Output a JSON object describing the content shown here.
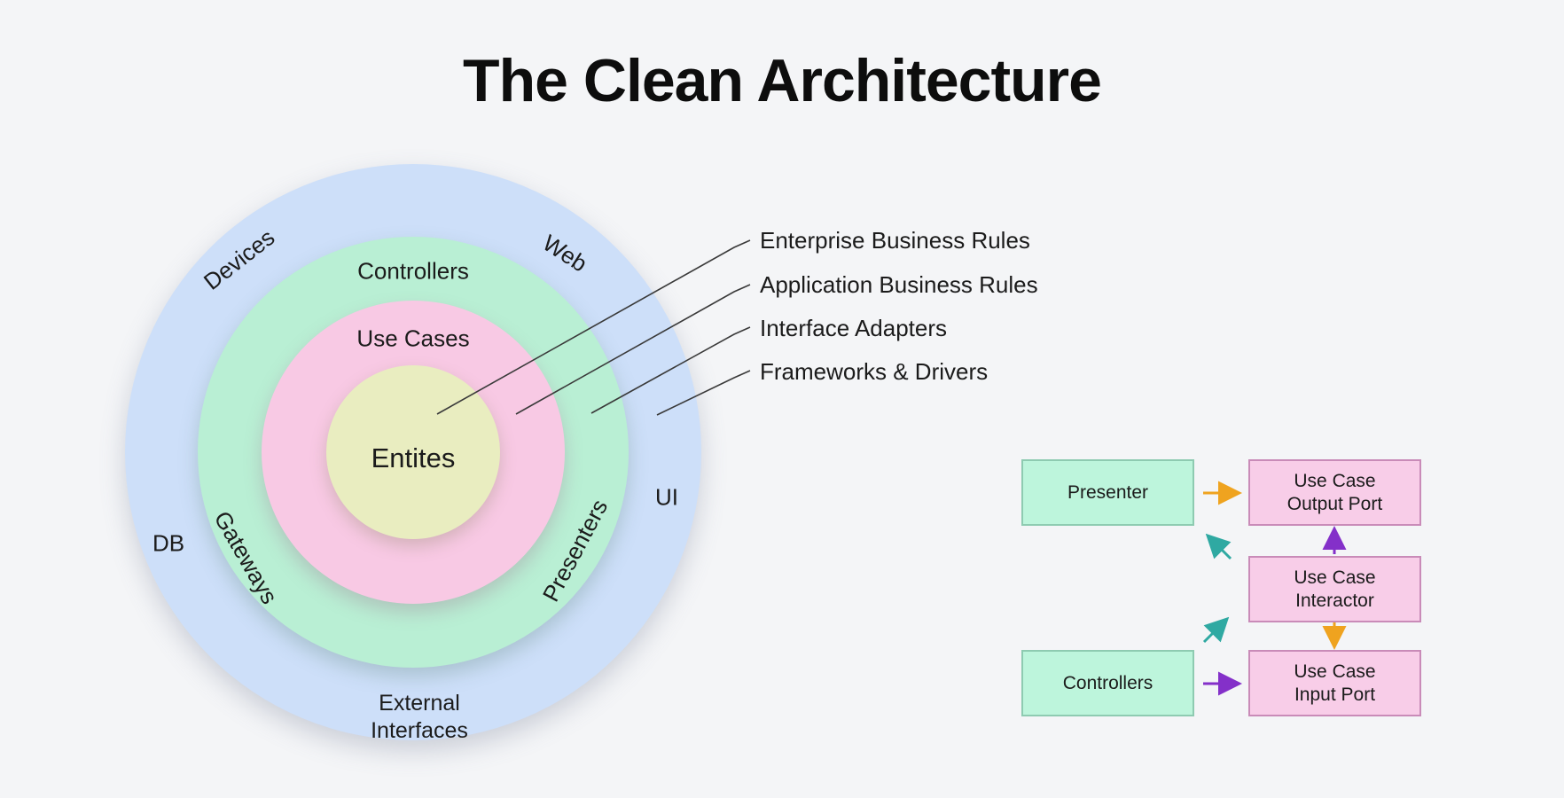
{
  "title": "The Clean Architecture",
  "circle_labels": {
    "devices": "Devices",
    "web": "Web",
    "controllers": "Controllers",
    "use_cases": "Use Cases",
    "entities": "Entites",
    "db": "DB",
    "ui": "UI",
    "gateways": "Gateways",
    "presenters": "Presenters",
    "external_interfaces": "External Interfaces"
  },
  "callout_labels": {
    "enterprise": "Enterprise Business Rules",
    "application": "Application Business Rules",
    "interface_adapters": "Interface Adapters",
    "frameworks_drivers": "Frameworks & Drivers"
  },
  "flow_boxes": {
    "presenter": "Presenter",
    "output_port": "Use Case Output Port",
    "interactor": "Use Case Interactor",
    "controllers": "Controllers",
    "input_port": "Use Case Input Port"
  },
  "colors": {
    "background": "#f4f5f7",
    "ring_frameworks_blue": "#cddff9",
    "ring_adapters_green": "#b9efd4",
    "ring_application_pink": "#f8c9e4",
    "circle_entities_yellow": "#e9edc0",
    "flow_green_fill": "#bdf5dc",
    "flow_green_border": "#8ecbb1",
    "flow_pink_fill": "#f8cde8",
    "flow_pink_border": "#c98bb8",
    "arrow_orange": "#efa31f",
    "arrow_purple": "#8430c9",
    "arrow_teal": "#2fa9a2",
    "callout_line": "#3a3a3a",
    "text": "#1b1b1b"
  }
}
